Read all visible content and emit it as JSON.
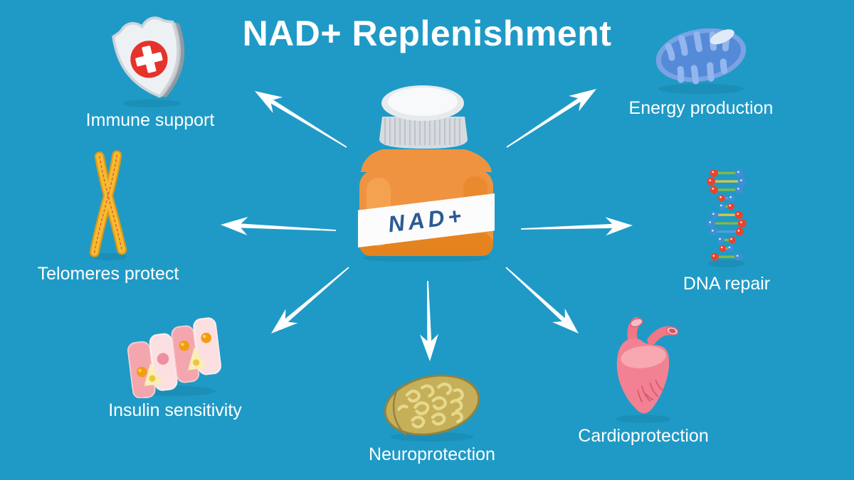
{
  "title": "NAD+ Replenishment",
  "bottle": {
    "label": "NAD+"
  },
  "benefits": [
    {
      "label": "Immune support",
      "icon": "shield-cross-icon"
    },
    {
      "label": "Energy production",
      "icon": "mitochondria-icon"
    },
    {
      "label": "Telomeres protect",
      "icon": "chromosome-icon"
    },
    {
      "label": "DNA repair",
      "icon": "dna-helix-icon"
    },
    {
      "label": "Insulin sensitivity",
      "icon": "cell-membrane-icon"
    },
    {
      "label": "Neuroprotection",
      "icon": "brain-icon"
    },
    {
      "label": "Cardioprotection",
      "icon": "heart-icon"
    }
  ],
  "colors": {
    "background": "#1f9ac6",
    "shadow": "#1b8fb7",
    "arrow": "#ffffff",
    "text": "#ffffff",
    "bottle_orange": "#ef9340",
    "bottle_orange_dark": "#e5831f",
    "bottle_label_text": "#2d5a94",
    "shield_red": "#e5332b",
    "mito_blue": "#558ad8",
    "chromosome_gold": "#f6bb2e",
    "dna_red": "#e8432f",
    "dna_blue": "#3f8ed6",
    "cell_pink": "#f4a6ae",
    "brain_olive": "#c5b059",
    "heart_pink": "#f28293"
  }
}
